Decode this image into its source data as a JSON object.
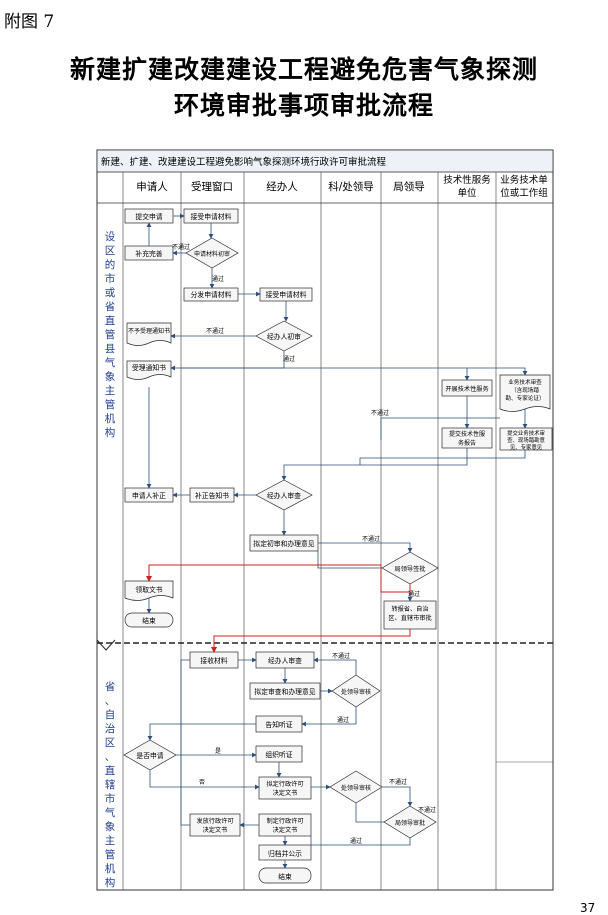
{
  "figure_label": "附图 7",
  "title_line1": "新建扩建改建建设工程避免危害气象探测",
  "title_line2": "环境审批事项审批流程",
  "diagram": {
    "header": "新建、扩建、改建建设工程避免影响气象探测环境行政许可审批流程",
    "columns": [
      "申请人",
      "受理窗口",
      "经办人",
      "科/处领导",
      "局领导",
      "技术性服务单位",
      "业务技术单位或工作组"
    ],
    "sections": [
      "设区的市或省直管县气象主管机构",
      "省、自治区、直辖市气象主管机构"
    ],
    "nodes": {
      "submit": "提交申请",
      "receive": "接受申请材料",
      "supplement": "补充完善",
      "initial_review_1": "申请材料初审",
      "distribute": "分发申请材料",
      "receive2": "接受申请材料",
      "reject_notice": "不予受理通知书",
      "handler_initial": "经办人初审",
      "accept_notice": "受理通知书",
      "tech_service": "开展技术性服务",
      "expert_review": "业务技术审查（含现场踏勘、专家论证）",
      "tech_report": "提交技术性服务报告",
      "expert_opinion": "提交业务技术审查、现场踏勘意见、专家意见",
      "applicant_fix": "申请人补正",
      "fix_notice": "补正告知书",
      "handler_review": "经办人审查",
      "draft_opinion": "拟定初审和办理意见",
      "leader_sign": "局领导签批",
      "collect": "领取文书",
      "end1": "结束",
      "forward": "转报省、自治区、直辖市审批",
      "receive3": "接收材料",
      "handler_review2": "经办人审查",
      "draft2": "拟定审查和办理意见",
      "dept_review": "处领导审核",
      "hearing_notice": "告知听证",
      "request_hearing": "是否申请",
      "organize_hearing": "组织听证",
      "draft_decision": "拟定行政许可决定文书",
      "dept_review2": "处领导审核",
      "leader_approve": "局领导审批",
      "issue_decision": "发放行政许可决定文书",
      "make_decision": "制定行政许可决定文书",
      "archive": "归档并公示",
      "end2": "结束"
    },
    "edge_labels": {
      "pass": "通过",
      "fail": "不通过",
      "not_pass_short": "不通过",
      "yes": "是",
      "no": "否"
    }
  },
  "page_number": "37"
}
